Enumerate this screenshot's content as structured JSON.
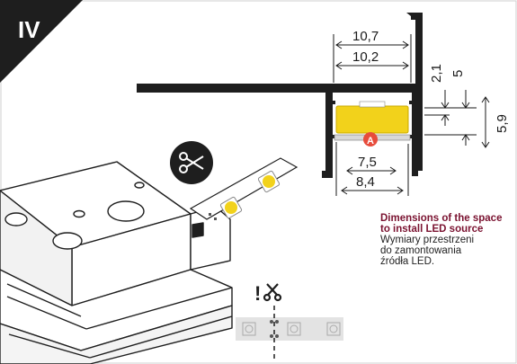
{
  "badge": {
    "label": "IV"
  },
  "dimensions": {
    "width_outer": "10,7",
    "width_inner": "10,2",
    "height_a": "2,1",
    "height_b": "5",
    "height_c": "5,9",
    "strip_width": "7,5",
    "base_width": "8,4",
    "marker": "A"
  },
  "caption": {
    "en": [
      "Dimensions of the space",
      "to install LED source"
    ],
    "pl": [
      "Wymiary przestrzeni",
      "do zamontowania",
      "źródła LED."
    ]
  },
  "warning": {
    "mark": "!"
  },
  "colors": {
    "led": "#f2d21b",
    "dark": "#1e1e1e",
    "accent": "#7a1230",
    "marker": "#e74c3c"
  }
}
